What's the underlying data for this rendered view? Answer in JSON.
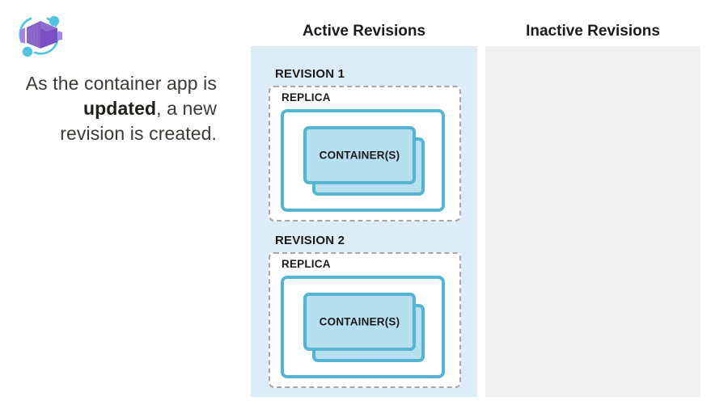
{
  "caption": {
    "before_bold": "As the container app is ",
    "bold": "updated",
    "after_bold": ", a new revision is created."
  },
  "logo": {
    "name": "azure-container-apps-logo",
    "purple_dark": "#6f43bf",
    "purple_mid": "#8661c5",
    "purple_light": "#a982e8",
    "accent_cyan": "#4fc3e0"
  },
  "columns": {
    "active": {
      "heading": "Active Revisions",
      "background": "#dcedf7",
      "revisions": [
        {
          "title": "REVISION 1",
          "replica_label": "REPLICA",
          "container_label": "CONTAINER(S)"
        },
        {
          "title": "REVISION 2",
          "replica_label": "REPLICA",
          "container_label": "CONTAINER(S)"
        }
      ]
    },
    "inactive": {
      "heading": "Inactive Revisions",
      "background": "#f1f1f1",
      "revisions": []
    }
  },
  "colors": {
    "container_fill": "#b6dff0",
    "container_border": "#56b4d3",
    "revision_dashed_border": "#a6a6a6",
    "text_primary": "#1b1b1b",
    "caption_text": "#3b3a39"
  }
}
